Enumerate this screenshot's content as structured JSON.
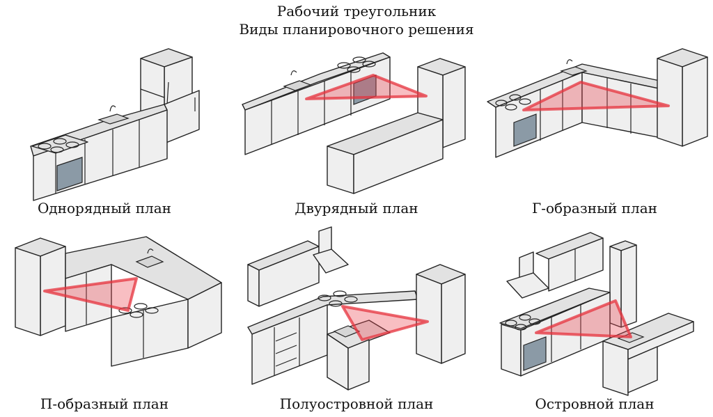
{
  "title": {
    "line1": "Рабочий треугольник",
    "line2": "Виды планировочного решения"
  },
  "plans": [
    {
      "label": "Однорядный план"
    },
    {
      "label": "Двурядный план"
    },
    {
      "label": "Г-образный план"
    },
    {
      "label": "П-образный план"
    },
    {
      "label": "Полуостровной план"
    },
    {
      "label": "Островной план"
    }
  ],
  "colors": {
    "triangle": "#eb4650",
    "cabinet": "#efefef",
    "outline": "#222222"
  }
}
